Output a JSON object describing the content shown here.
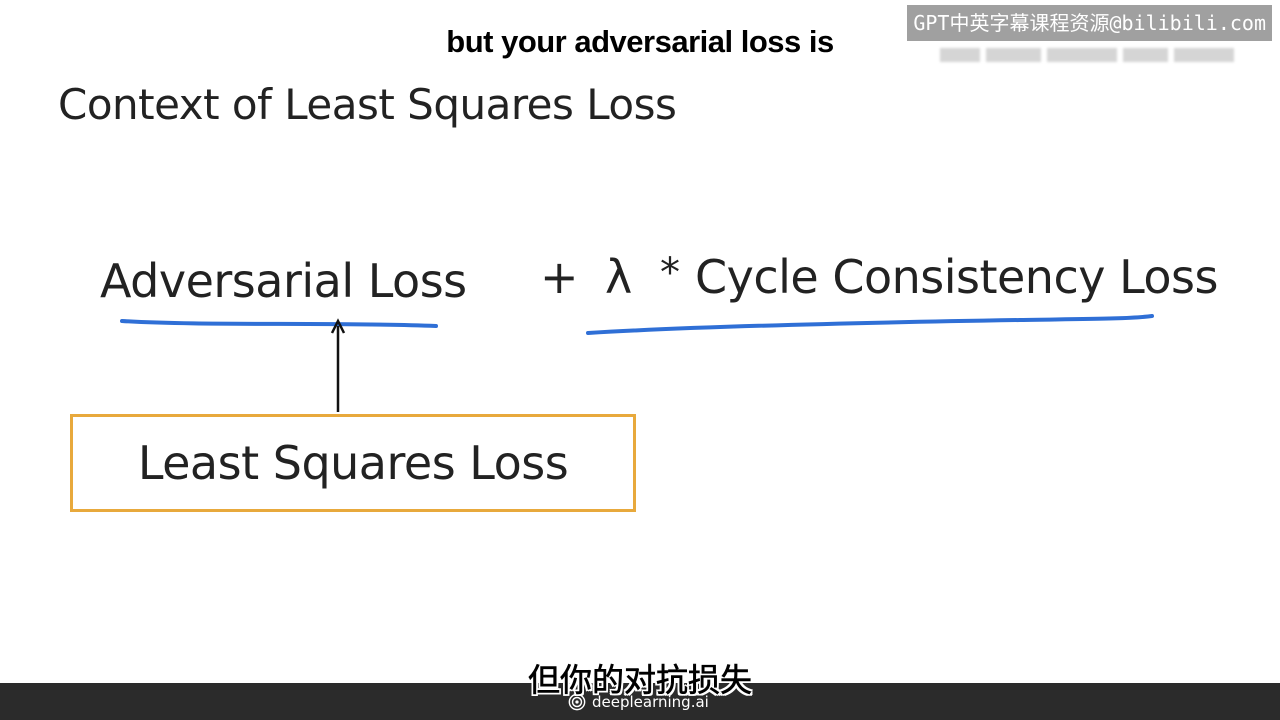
{
  "subtitles": {
    "english": "but your adversarial loss is",
    "chinese": "但你的对抗损失"
  },
  "watermark": {
    "text": "GPT中英字幕课程资源@bilibili.com"
  },
  "slide": {
    "title": "Context of Least Squares Loss",
    "equation": {
      "term1": "Adversarial Loss",
      "plus": "+",
      "lambda": "λ",
      "times": "*",
      "term2": "Cycle Consistency Loss"
    },
    "box_label": "Least Squares Loss"
  },
  "footer": {
    "brand": "deeplearning.ai"
  },
  "colors": {
    "underline": "#2f6fd6",
    "box_border": "#e8a93c",
    "footer_bg": "#2b2b2b",
    "text": "#222222"
  }
}
